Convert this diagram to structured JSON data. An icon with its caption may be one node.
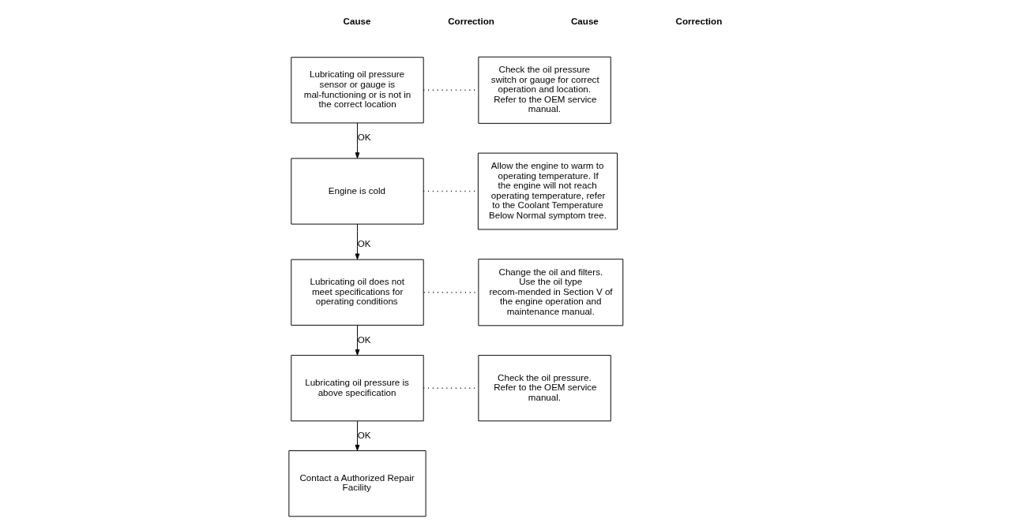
{
  "diagram": {
    "nodes": [
      {
        "text": [
          "Lubricating oil pressure sensor or gauge is mal-functioning or is not in the correct location"
        ]
      },
      {
        "text": [
          "Check the oil pressure switch or gauge for correct operation and location. Refer to the OEM service manual."
        ]
      },
      {
        "text": [
          "Engine is cold"
        ]
      },
      {
        "text": [
          "Allow the engine to warm to operating temperature. If the engine will not reach operating temperature, refer to the Coolant Temperature Below Normal symptom tree."
        ]
      },
      {
        "text": [
          "Lubricating oil does not meet specifications for operating conditions"
        ]
      },
      {
        "text": [
          "Change the oil and filters. Use the oil type recom-mended in Section V of the engine operation and maintenance manual."
        ]
      },
      {
        "text": [
          "Lubricating oil pressure is above specification"
        ]
      },
      {
        "text": [
          "Check the oil pressure. Refer to the OEM service manual."
        ]
      },
      {
        "text": [
          "Contact a Authorized Repair Facility"
        ]
      }
    ],
    "edges": [
      {
        "from": 0,
        "to": 1,
        "arrow": "none",
        "style": "dashed"
      },
      {
        "from": 0,
        "to": 2,
        "arrow": "to",
        "label": "OK"
      },
      {
        "from": 2,
        "to": 3,
        "arrow": "none",
        "style": "dashed"
      },
      {
        "from": 2,
        "to": 4,
        "arrow": "to",
        "label": "OK"
      },
      {
        "from": 4,
        "to": 5,
        "arrow": "none",
        "style": "dashed"
      },
      {
        "from": 4,
        "to": 6,
        "arrow": "to",
        "label": "OK"
      },
      {
        "from": 6,
        "to": 7,
        "arrow": "none",
        "style": "dashed"
      },
      {
        "from": 6,
        "to": 8,
        "arrow": "to",
        "label": "OK"
      }
    ],
    "labels": [
      "Cause",
      "Correction",
      "Cause",
      "Correction"
    ]
  }
}
